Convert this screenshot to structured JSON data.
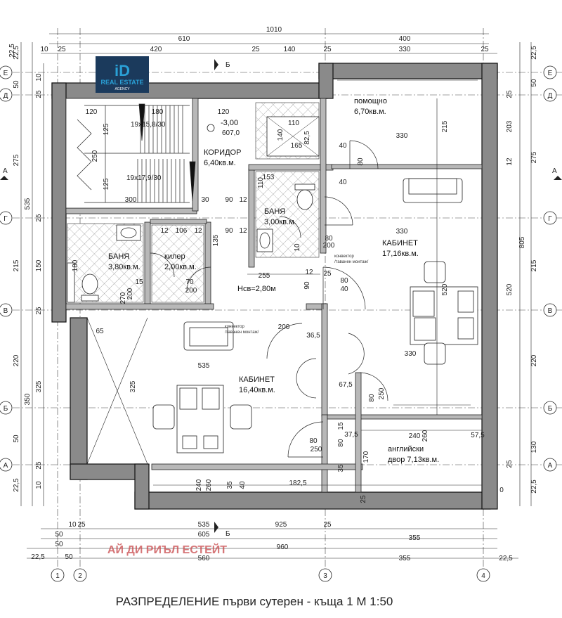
{
  "title": "РАЗПРЕДЕЛЕНИЕ първи сутерен - къща 1  М 1:50",
  "watermark": "АЙ ДИ РИЪЛ ЕСТЕЙТ",
  "logo": {
    "mark": "iD",
    "text": "REAL ESTATE",
    "sub": "AGENCY"
  },
  "axes_rows": [
    "Е",
    "Д",
    "Г",
    "В",
    "Б",
    "А"
  ],
  "axes_cols": [
    "1",
    "2",
    "3",
    "4"
  ],
  "section_marks": {
    "a": "А",
    "b": "Б"
  },
  "rooms": [
    {
      "id": "koridor",
      "name": "КОРИДОР",
      "area": "6,40кв.м."
    },
    {
      "id": "pomoshtno",
      "name": "помощно",
      "area": "6,70кв.м."
    },
    {
      "id": "banya1",
      "name": "БАНЯ",
      "area": "3,00кв.м."
    },
    {
      "id": "kabinet1",
      "name": "КАБИНЕТ",
      "area": "17,16кв.м."
    },
    {
      "id": "banya2",
      "name": "БАНЯ",
      "area": "3,80кв.м."
    },
    {
      "id": "kiler",
      "name": "килер",
      "area": "2,00кв.м."
    },
    {
      "id": "kabinet2",
      "name": "КАБИНЕТ",
      "area": "16,40кв.м."
    },
    {
      "id": "dvor",
      "name": "английски",
      "area": "двор 7,13кв.м."
    }
  ],
  "notes": {
    "level": "-3,00",
    "level2": "607,0",
    "height": "Нсв=2,80м",
    "stair1": "19x15,8/30",
    "stair2": "19x17,9/30",
    "conv1": "конвектор",
    "conv1b": "/таванен монтаж/",
    "conv2": "конвектор",
    "conv2b": "/таванен монтаж/"
  },
  "dims_top": [
    "1010",
    "610",
    "400",
    "22,5",
    "10",
    "25",
    "420",
    "25",
    "140",
    "25",
    "330",
    "25"
  ],
  "dims_bottom": [
    "10",
    "25",
    "535",
    "925",
    "25",
    "50",
    "605",
    "355",
    "50",
    "960",
    "22,5",
    "50",
    "560",
    "355",
    "22,5"
  ],
  "dims_left": [
    "22,5",
    "50",
    "10",
    "25",
    "275",
    "535",
    "25",
    "215",
    "150",
    "25",
    "350",
    "220",
    "325",
    "50",
    "22,5",
    "25",
    "10"
  ],
  "dims_right": [
    "22,5",
    "50",
    "25",
    "203",
    "275",
    "12",
    "805",
    "215",
    "520",
    "220",
    "130",
    "22,5",
    "25"
  ],
  "dims_inner": [
    "120",
    "180",
    "120",
    "125",
    "250",
    "125",
    "300",
    "30",
    "90",
    "12",
    "153",
    "110",
    "140",
    "165",
    "82,5",
    "40",
    "80",
    "40",
    "215",
    "330",
    "330",
    "200",
    "12",
    "106",
    "12",
    "135",
    "90",
    "12",
    "255",
    "90",
    "12",
    "25",
    "80",
    "40",
    "520",
    "330",
    "65",
    "535",
    "325",
    "36,5",
    "67,5",
    "80",
    "250",
    "240",
    "260",
    "57,5",
    "170",
    "80",
    "250",
    "15",
    "37,5",
    "80",
    "35",
    "240",
    "260",
    "182,5",
    "35",
    "40",
    "25",
    "0",
    "10",
    "70",
    "200",
    "110",
    "80",
    "200",
    "200",
    "270",
    "15",
    "180"
  ]
}
